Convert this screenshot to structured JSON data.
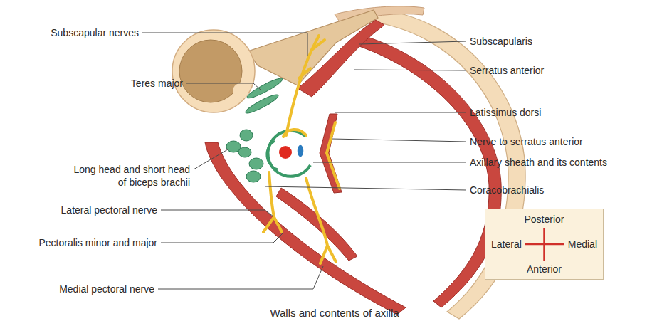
{
  "diagram": {
    "caption": "Walls and contents of axilla",
    "nodes": [
      {
        "text": [
          "Posterior",
          "Lateral",
          "Medial",
          "Anterior"
        ]
      }
    ],
    "labels": [
      "Subscapular nerves",
      "Subscapularis",
      "Serratus anterior",
      "Teres major",
      "Latissimus dorsi",
      "Nerve to serratus anterior",
      "Long head and short head of biceps brachii",
      "Axillary sheath and its contents",
      "Coracobrachialis",
      "Lateral pectoral nerve",
      "Pectoralis minor and major",
      "Medial pectoral nerve"
    ]
  }
}
